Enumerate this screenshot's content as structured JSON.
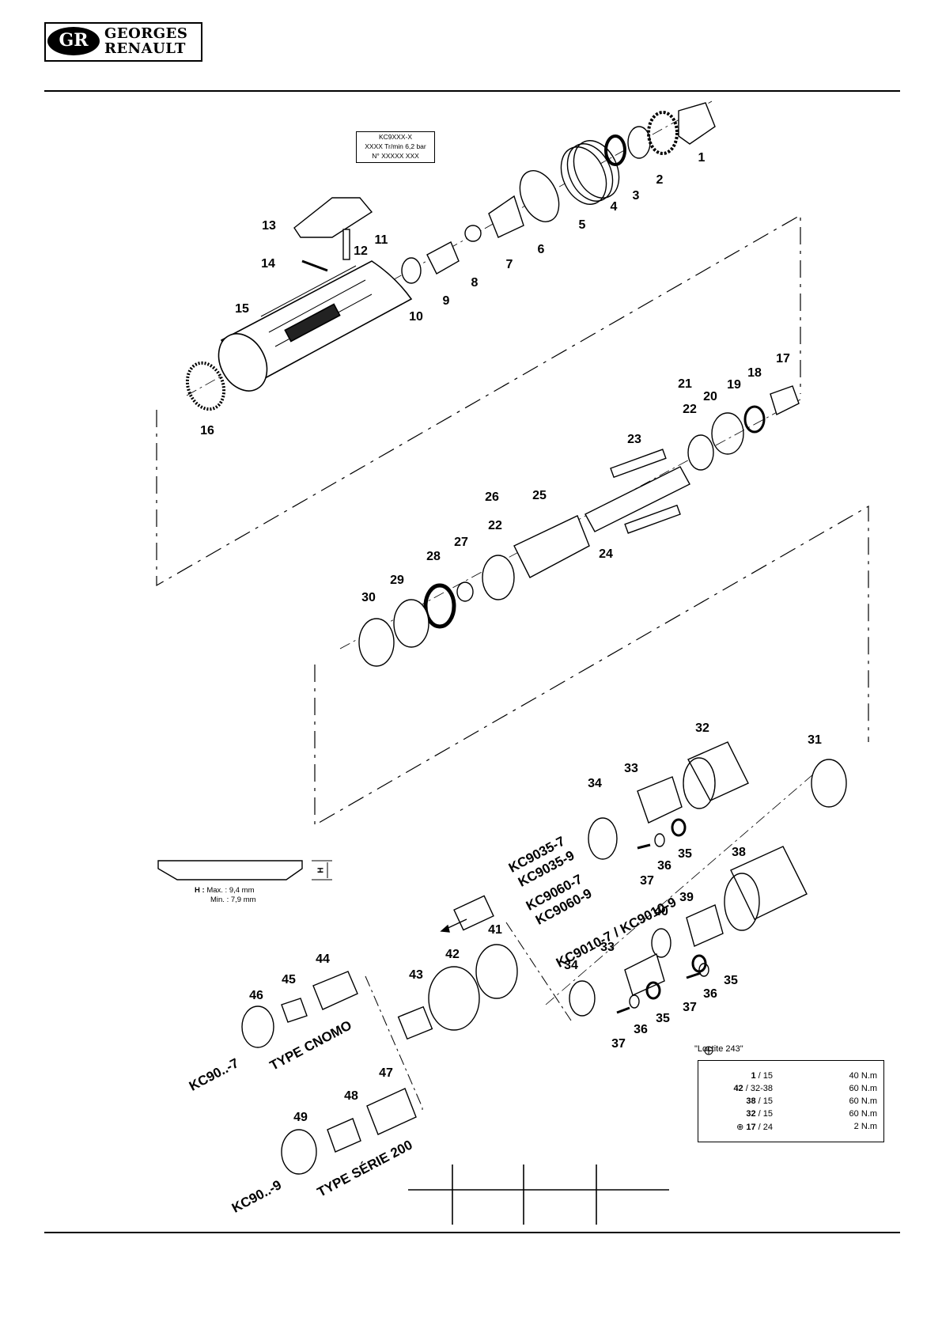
{
  "header": {
    "logo_monogram": "GR",
    "logo_line1": "GEORGES",
    "logo_line2": "RENAULT"
  },
  "nameplate": {
    "line1": "KC9XXX-X",
    "line2": "XXXX Tr/min  6,2 bar",
    "line3": "N° XXXXX XXX"
  },
  "callouts": [
    "1",
    "2",
    "3",
    "4",
    "5",
    "6",
    "7",
    "8",
    "9",
    "10",
    "11",
    "12",
    "13",
    "14",
    "15",
    "16",
    "17",
    "18",
    "19",
    "20",
    "21",
    "22",
    "23",
    "22",
    "24",
    "25",
    "26",
    "27",
    "28",
    "29",
    "30",
    "31",
    "32",
    "33",
    "34",
    "35",
    "36",
    "37",
    "38",
    "39",
    "40",
    "41",
    "42",
    "43",
    "44",
    "45",
    "46",
    "33",
    "34",
    "35",
    "36",
    "37",
    "35",
    "36",
    "37",
    "47",
    "48",
    "49"
  ],
  "height_note": {
    "symbol": "H",
    "label": "H :",
    "max": "Max. : 9,4 mm",
    "min": "Min. : 7,9 mm"
  },
  "model_labels": {
    "kc9035_7": "KC9035-7",
    "kc9035_9": "KC9035-9",
    "kc9060_7": "KC9060-7",
    "kc9060_9": "KC9060-9",
    "kc9010": "KC9010-7 / KC9010-9",
    "kc90_7": "KC90..-7",
    "type_cnomo": "TYPE CNOMO",
    "kc90_9": "KC90..-9",
    "type_serie": "TYPE SÉRIE 200"
  },
  "loctite_note": "\"Loctite 243\"",
  "torque_table": [
    {
      "part": "1",
      "sep": " / 15",
      "value": "40 N.m",
      "loctite": false
    },
    {
      "part": "42",
      "sep": " / 32-38",
      "value": "60 N.m",
      "loctite": false
    },
    {
      "part": "38",
      "sep": " / 15",
      "value": "60 N.m",
      "loctite": false
    },
    {
      "part": "32",
      "sep": " / 15",
      "value": "60 N.m",
      "loctite": false
    },
    {
      "part": "17",
      "sep": " / 24",
      "value": "2 N.m",
      "loctite": true
    }
  ],
  "colors": {
    "ink": "#000000",
    "paper": "#ffffff"
  }
}
